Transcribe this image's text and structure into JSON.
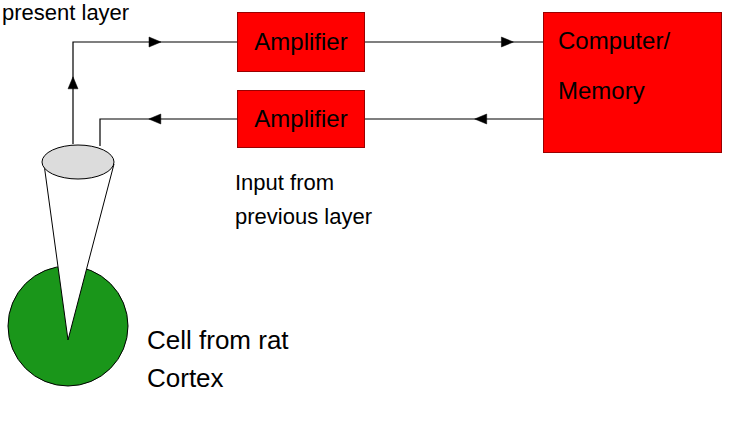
{
  "diagram": {
    "nodes": [
      {
        "text": [
          "Amplifier"
        ]
      },
      {
        "text": [
          "Computer/ Memory"
        ]
      },
      {
        "text": [
          "Amplifier"
        ]
      },
      {
        "text": [
          "Cell from rat Cortex"
        ]
      }
    ],
    "edges": [
      {
        "from": 3,
        "to": 0,
        "arrow": "to"
      },
      {
        "from": 0,
        "to": 1,
        "arrow": "to"
      },
      {
        "from": 1,
        "to": 2,
        "arrow": "to"
      },
      {
        "from": 2,
        "to": 3,
        "arrow": "to"
      }
    ],
    "labels": [
      "present layer",
      "Input from previous layer"
    ]
  }
}
